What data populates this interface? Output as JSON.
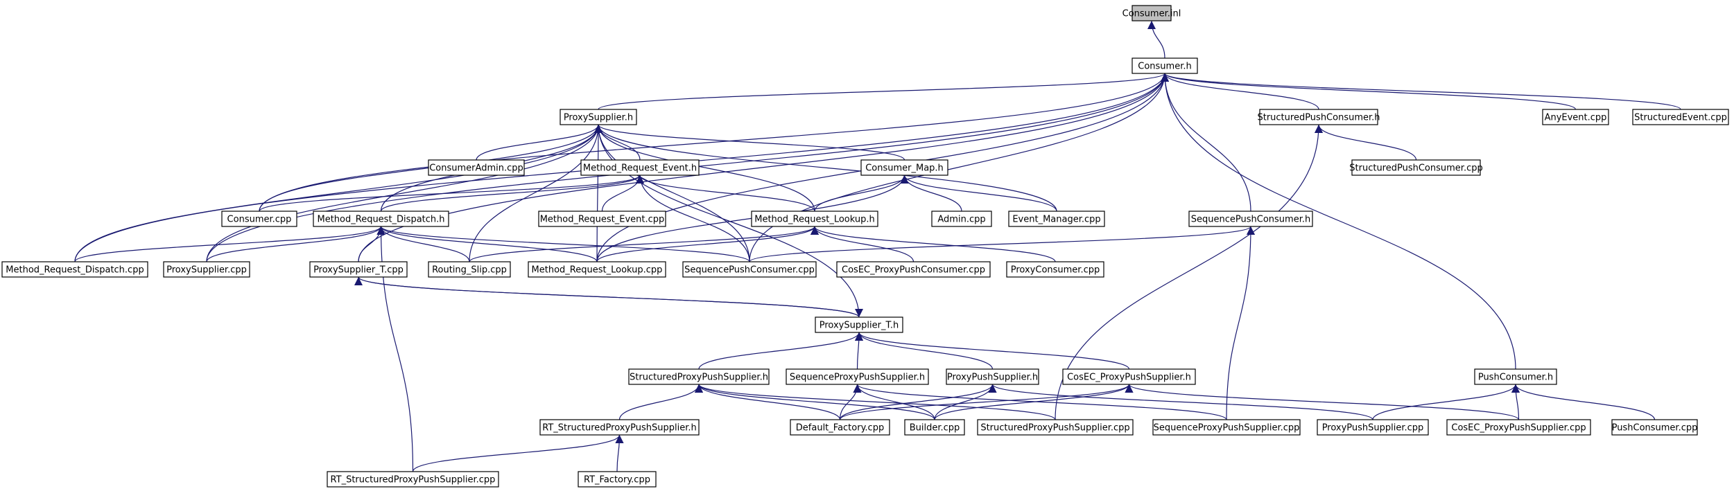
{
  "diagram": {
    "title": "",
    "colors": {
      "edge": "#191970",
      "node_border": "#000000",
      "node_fill": "#ffffff",
      "root_fill": "#bfbfbf"
    },
    "nodes": [
      {
        "id": "consumer-inl",
        "label": "Consumer.inl",
        "root": true
      },
      {
        "id": "consumer-h",
        "label": "Consumer.h"
      },
      {
        "id": "proxysupplier-h",
        "label": "ProxySupplier.h"
      },
      {
        "id": "structuredpushconsumer-h",
        "label": "StructuredPushConsumer.h"
      },
      {
        "id": "anyevent-cpp",
        "label": "AnyEvent.cpp"
      },
      {
        "id": "structuredevent-cpp",
        "label": "StructuredEvent.cpp"
      },
      {
        "id": "consumeradmin-cpp",
        "label": "ConsumerAdmin.cpp"
      },
      {
        "id": "method-request-event-h",
        "label": "Method_Request_Event.h"
      },
      {
        "id": "consumer-map-h",
        "label": "Consumer_Map.h"
      },
      {
        "id": "structuredpushconsumer-cpp",
        "label": "StructuredPushConsumer.cpp"
      },
      {
        "id": "consumer-cpp",
        "label": "Consumer.cpp"
      },
      {
        "id": "method-request-dispatch-h",
        "label": "Method_Request_Dispatch.h"
      },
      {
        "id": "method-request-event-cpp",
        "label": "Method_Request_Event.cpp"
      },
      {
        "id": "method-request-lookup-h",
        "label": "Method_Request_Lookup.h"
      },
      {
        "id": "admin-cpp",
        "label": "Admin.cpp"
      },
      {
        "id": "event-manager-cpp",
        "label": "Event_Manager.cpp"
      },
      {
        "id": "sequencepushconsumer-h",
        "label": "SequencePushConsumer.h"
      },
      {
        "id": "method-request-dispatch-cpp",
        "label": "Method_Request_Dispatch.cpp"
      },
      {
        "id": "proxysupplier-cpp",
        "label": "ProxySupplier.cpp"
      },
      {
        "id": "proxysupplier-t-cpp",
        "label": "ProxySupplier_T.cpp"
      },
      {
        "id": "routing-slip-cpp",
        "label": "Routing_Slip.cpp"
      },
      {
        "id": "method-request-lookup-cpp",
        "label": "Method_Request_Lookup.cpp"
      },
      {
        "id": "sequencepushconsumer-cpp",
        "label": "SequencePushConsumer.cpp"
      },
      {
        "id": "cosec-proxypushconsumer-cpp",
        "label": "CosEC_ProxyPushConsumer.cpp"
      },
      {
        "id": "proxyconsumer-cpp",
        "label": "ProxyConsumer.cpp"
      },
      {
        "id": "proxysupplier-t-h",
        "label": "ProxySupplier_T.h"
      },
      {
        "id": "structuredproxypushsupplier-h",
        "label": "StructuredProxyPushSupplier.h"
      },
      {
        "id": "sequenceproxypushsupplier-h",
        "label": "SequenceProxyPushSupplier.h"
      },
      {
        "id": "proxypushsupplier-h",
        "label": "ProxyPushSupplier.h"
      },
      {
        "id": "cosec-proxypushsupplier-h",
        "label": "CosEC_ProxyPushSupplier.h"
      },
      {
        "id": "pushconsumer-h",
        "label": "PushConsumer.h"
      },
      {
        "id": "rt-structuredproxypushsupplier-h",
        "label": "RT_StructuredProxyPushSupplier.h"
      },
      {
        "id": "default-factory-cpp",
        "label": "Default_Factory.cpp"
      },
      {
        "id": "builder-cpp",
        "label": "Builder.cpp"
      },
      {
        "id": "structuredproxypushsupplier-cpp",
        "label": "StructuredProxyPushSupplier.cpp"
      },
      {
        "id": "sequenceproxypushsupplier-cpp",
        "label": "SequenceProxyPushSupplier.cpp"
      },
      {
        "id": "proxypushsupplier-cpp",
        "label": "ProxyPushSupplier.cpp"
      },
      {
        "id": "cosec-proxypushsupplier-cpp",
        "label": "CosEC_ProxyPushSupplier.cpp"
      },
      {
        "id": "pushconsumer-cpp",
        "label": "PushConsumer.cpp"
      },
      {
        "id": "rt-structuredproxypushsupplier-cpp",
        "label": "RT_StructuredProxyPushSupplier.cpp"
      },
      {
        "id": "rt-factory-cpp",
        "label": "RT_Factory.cpp"
      }
    ],
    "edges": [
      [
        "consumer-h",
        "consumer-inl"
      ],
      [
        "proxysupplier-h",
        "consumer-h"
      ],
      [
        "structuredpushconsumer-h",
        "consumer-h"
      ],
      [
        "anyevent-cpp",
        "consumer-h"
      ],
      [
        "structuredevent-cpp",
        "consumer-h"
      ],
      [
        "consumer-cpp",
        "consumer-h"
      ],
      [
        "method-request-dispatch-cpp",
        "consumer-h"
      ],
      [
        "proxysupplier-cpp",
        "consumer-h"
      ],
      [
        "proxysupplier-t-cpp",
        "consumer-h"
      ],
      [
        "method-request-lookup-cpp",
        "consumer-h"
      ],
      [
        "sequencepushconsumer-cpp",
        "consumer-h"
      ],
      [
        "sequencepushconsumer-h",
        "consumer-h"
      ],
      [
        "pushconsumer-h",
        "consumer-h"
      ],
      [
        "consumeradmin-cpp",
        "proxysupplier-h"
      ],
      [
        "method-request-event-h",
        "proxysupplier-h"
      ],
      [
        "consumer-map-h",
        "proxysupplier-h"
      ],
      [
        "consumer-cpp",
        "proxysupplier-h"
      ],
      [
        "method-request-dispatch-h",
        "proxysupplier-h"
      ],
      [
        "method-request-lookup-h",
        "proxysupplier-h"
      ],
      [
        "event-manager-cpp",
        "proxysupplier-h"
      ],
      [
        "method-request-dispatch-cpp",
        "proxysupplier-h"
      ],
      [
        "proxysupplier-cpp",
        "proxysupplier-h"
      ],
      [
        "routing-slip-cpp",
        "proxysupplier-h"
      ],
      [
        "method-request-lookup-cpp",
        "proxysupplier-h"
      ],
      [
        "sequencepushconsumer-cpp",
        "proxysupplier-h"
      ],
      [
        "proxysupplier-t-h",
        "proxysupplier-h"
      ],
      [
        "structuredpushconsumer-cpp",
        "structuredpushconsumer-h"
      ],
      [
        "structuredproxypushsupplier-cpp",
        "structuredpushconsumer-h"
      ],
      [
        "method-request-event-cpp",
        "method-request-event-h"
      ],
      [
        "consumer-cpp",
        "method-request-event-h"
      ],
      [
        "method-request-dispatch-h",
        "method-request-event-h"
      ],
      [
        "method-request-lookup-h",
        "method-request-event-h"
      ],
      [
        "sequencepushconsumer-cpp",
        "method-request-event-h"
      ],
      [
        "method-request-lookup-h",
        "consumer-map-h"
      ],
      [
        "admin-cpp",
        "consumer-map-h"
      ],
      [
        "event-manager-cpp",
        "consumer-map-h"
      ],
      [
        "method-request-lookup-cpp",
        "consumer-map-h"
      ],
      [
        "method-request-dispatch-cpp",
        "method-request-dispatch-h"
      ],
      [
        "proxysupplier-cpp",
        "method-request-dispatch-h"
      ],
      [
        "proxysupplier-t-cpp",
        "method-request-dispatch-h"
      ],
      [
        "routing-slip-cpp",
        "method-request-dispatch-h"
      ],
      [
        "method-request-lookup-cpp",
        "method-request-dispatch-h"
      ],
      [
        "sequencepushconsumer-cpp",
        "method-request-dispatch-h"
      ],
      [
        "rt-structuredproxypushsupplier-cpp",
        "method-request-dispatch-h"
      ],
      [
        "method-request-lookup-cpp",
        "method-request-lookup-h"
      ],
      [
        "cosec-proxypushconsumer-cpp",
        "method-request-lookup-h"
      ],
      [
        "proxyconsumer-cpp",
        "method-request-lookup-h"
      ],
      [
        "routing-slip-cpp",
        "method-request-lookup-h"
      ],
      [
        "sequencepushconsumer-cpp",
        "sequencepushconsumer-h"
      ],
      [
        "sequenceproxypushsupplier-cpp",
        "sequencepushconsumer-h"
      ],
      [
        "proxysupplier-t-h",
        "proxysupplier-t-cpp"
      ],
      [
        "proxysupplier-t-cpp",
        "proxysupplier-t-h"
      ],
      [
        "structuredproxypushsupplier-h",
        "proxysupplier-t-h"
      ],
      [
        "sequenceproxypushsupplier-h",
        "proxysupplier-t-h"
      ],
      [
        "proxypushsupplier-h",
        "proxysupplier-t-h"
      ],
      [
        "cosec-proxypushsupplier-h",
        "proxysupplier-t-h"
      ],
      [
        "rt-structuredproxypushsupplier-h",
        "structuredproxypushsupplier-h"
      ],
      [
        "default-factory-cpp",
        "structuredproxypushsupplier-h"
      ],
      [
        "builder-cpp",
        "structuredproxypushsupplier-h"
      ],
      [
        "structuredproxypushsupplier-cpp",
        "structuredproxypushsupplier-h"
      ],
      [
        "default-factory-cpp",
        "sequenceproxypushsupplier-h"
      ],
      [
        "builder-cpp",
        "sequenceproxypushsupplier-h"
      ],
      [
        "sequenceproxypushsupplier-cpp",
        "sequenceproxypushsupplier-h"
      ],
      [
        "default-factory-cpp",
        "proxypushsupplier-h"
      ],
      [
        "builder-cpp",
        "proxypushsupplier-h"
      ],
      [
        "proxypushsupplier-cpp",
        "proxypushsupplier-h"
      ],
      [
        "default-factory-cpp",
        "cosec-proxypushsupplier-h"
      ],
      [
        "builder-cpp",
        "cosec-proxypushsupplier-h"
      ],
      [
        "cosec-proxypushsupplier-cpp",
        "cosec-proxypushsupplier-h"
      ],
      [
        "proxypushsupplier-cpp",
        "pushconsumer-h"
      ],
      [
        "cosec-proxypushsupplier-cpp",
        "pushconsumer-h"
      ],
      [
        "pushconsumer-cpp",
        "pushconsumer-h"
      ],
      [
        "rt-structuredproxypushsupplier-cpp",
        "rt-structuredproxypushsupplier-h"
      ],
      [
        "rt-factory-cpp",
        "rt-structuredproxypushsupplier-h"
      ]
    ]
  }
}
